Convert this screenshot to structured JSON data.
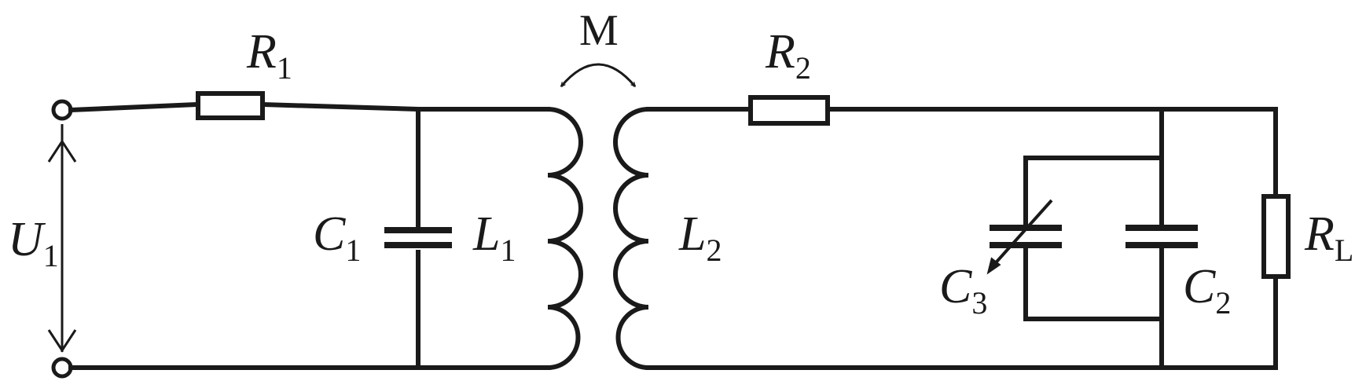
{
  "labels": {
    "source": {
      "main": "U",
      "sub": "1"
    },
    "r1": {
      "main": "R",
      "sub": "1"
    },
    "c1": {
      "main": "C",
      "sub": "1"
    },
    "l1": {
      "main": "L",
      "sub": "1"
    },
    "mutual": "M",
    "l2": {
      "main": "L",
      "sub": "2"
    },
    "r2": {
      "main": "R",
      "sub": "2"
    },
    "c3": {
      "main": "C",
      "sub": "3"
    },
    "c2": {
      "main": "C",
      "sub": "2"
    },
    "rl": {
      "main": "R",
      "sub": "L"
    }
  },
  "colors": {
    "stroke": "#1a1a1a",
    "background": "#ffffff"
  }
}
